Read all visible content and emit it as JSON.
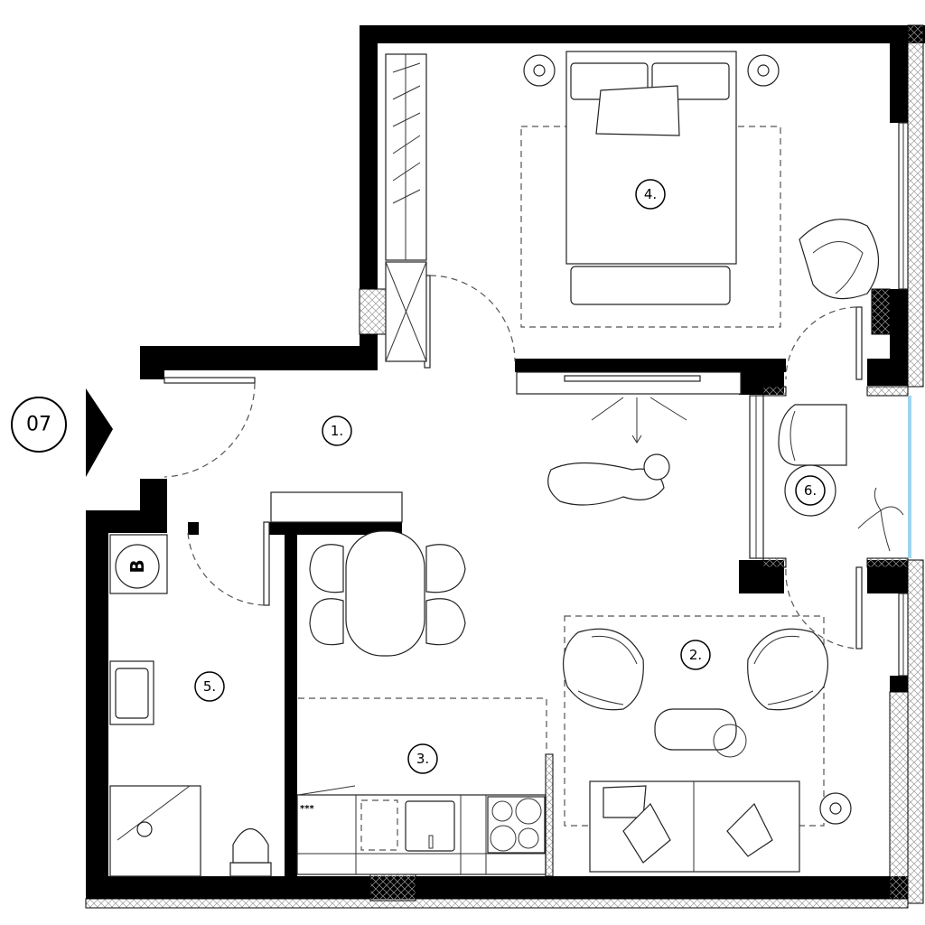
{
  "plan": {
    "unit_number": "07",
    "rooms": [
      {
        "id": "hall",
        "label": "1."
      },
      {
        "id": "living",
        "label": "2."
      },
      {
        "id": "kitchen",
        "label": "3."
      },
      {
        "id": "bedroom",
        "label": "4."
      },
      {
        "id": "bathroom",
        "label": "5."
      },
      {
        "id": "balcony",
        "label": "6."
      }
    ],
    "boiler_label": "B",
    "fridge_rating": "***",
    "colors": {
      "wall": "#000000",
      "glass": "#9fd4f0"
    }
  }
}
